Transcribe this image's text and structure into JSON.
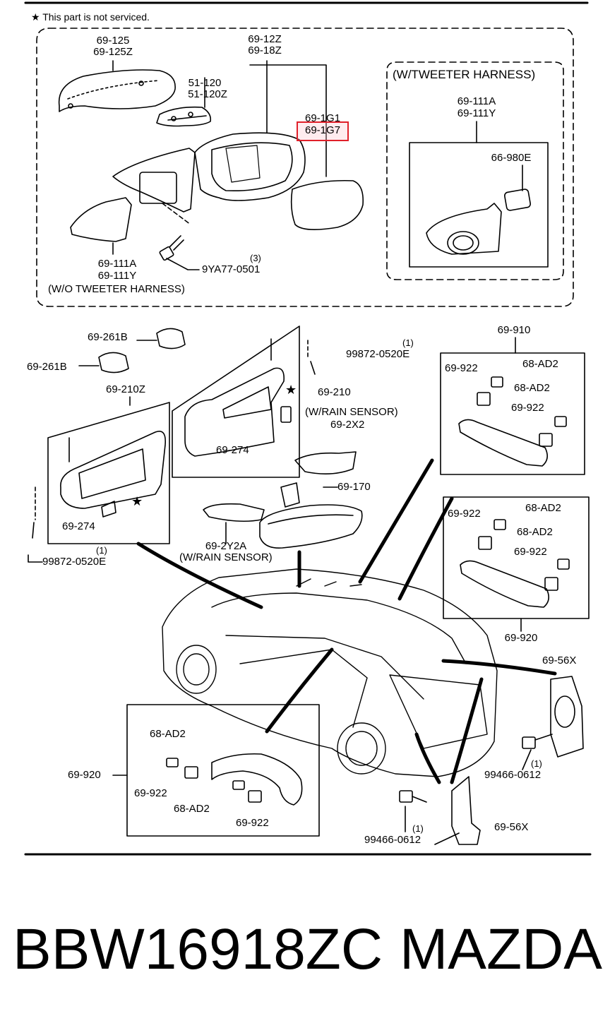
{
  "note": "★ This part is not serviced.",
  "mirror_group": {
    "tweeter_box_title": "(W/TWEETER HARNESS)",
    "no_tweeter_label": "(W/O TWEETER HARNESS)",
    "labels": {
      "cover_a": "69-125",
      "cover_b": "69-125Z",
      "body_a": "69-12Z",
      "body_b": "69-18Z",
      "motor_a": "51-120",
      "motor_b": "51-120Z",
      "glass_a": "69-1G1",
      "glass_b": "69-1G7",
      "gar_a": "69-111A",
      "gar_b": "69-111Y",
      "tw_a": "69-111A",
      "tw_b": "69-111Y",
      "tweeter": "66-980E",
      "bolt_qty": "(3)",
      "bolt": "9YA77-0501"
    }
  },
  "visor_group": {
    "labels": {
      "clip1": "69-261B",
      "clip2": "69-261B",
      "visor_l": "69-210Z",
      "visor_r": "69-210",
      "screw_qty_top": "(1)",
      "screw_top": "99872-0520E",
      "rain_sensor_1": "(W/RAIN SENSOR)",
      "cover_2x2": "69-2X2",
      "vanity_r": "69-274",
      "vanity_l": "69-274",
      "mirror": "69-170",
      "cover_2y2a": "69-2Y2A",
      "rain_sensor_2": "(W/RAIN SENSOR)",
      "screw_qty_bot": "(1)",
      "screw_bot": "99872-0520E"
    }
  },
  "grip_group": {
    "labels": {
      "front_grip": "69-910",
      "g1_922a": "69-922",
      "g1_ad2a": "68-AD2",
      "g1_ad2b": "68-AD2",
      "g1_922b": "69-922",
      "g2_922a": "69-922",
      "g2_ad2a": "68-AD2",
      "g2_ad2b": "68-AD2",
      "g2_922b": "69-922",
      "rear_grip": "69-920",
      "g3_ad2a": "68-AD2",
      "g3_box": "69-920",
      "g3_922a": "69-922",
      "g3_ad2b": "68-AD2",
      "g3_922b": "69-922"
    }
  },
  "hook_group": {
    "labels": {
      "hook_r": "69-56X",
      "hook_l": "69-56X",
      "bolt_r_qty": "(1)",
      "bolt_r": "99466-0612",
      "bolt_l_qty": "(1)",
      "bolt_l": "99466-0612"
    }
  },
  "footer": {
    "part_number": "BBW16918ZC",
    "brand": "MAZDA"
  },
  "colors": {
    "line": "#000000",
    "highlight": "#e0202a"
  }
}
